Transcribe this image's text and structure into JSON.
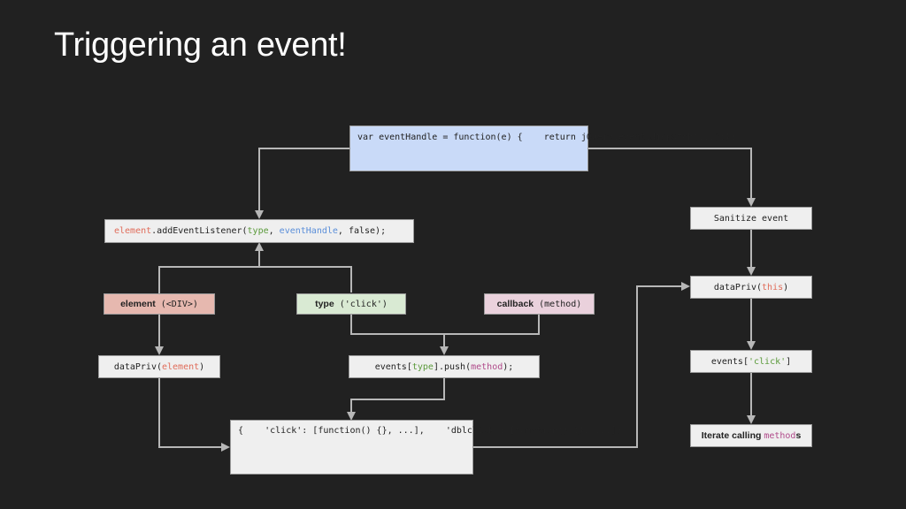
{
  "slide": {
    "title": "Triggering an event!"
  },
  "nodes": {
    "event_handle": {
      "lines": [
        "var eventHandle = function(e) {",
        "    return jQuery.event.dispatch(...);",
        "};"
      ],
      "bg": "#c9daf8"
    },
    "add_listener": {
      "part1": "element",
      "part2": ".addEventListener(",
      "part3": "type",
      "part4": ", ",
      "part5": "eventHandle",
      "part6": ", false);"
    },
    "element_div": {
      "label_bold": "element",
      "label_rest": " (<DIV>)",
      "bg": "#e6b8af"
    },
    "type_click": {
      "label_bold": "type",
      "label_rest": " ('click')",
      "bg": "#d9ead3"
    },
    "callback_method": {
      "label_bold": "callback",
      "label_rest": " (method)",
      "bg": "#ead1dc"
    },
    "datapriv_element": {
      "part1": "dataPriv(",
      "part2": "element",
      "part3": ")"
    },
    "events_push": {
      "part1": "events[",
      "part2": "type",
      "part3": "].push(",
      "part4": "method",
      "part5": ");"
    },
    "events_object": {
      "lines": [
        "{",
        "    'click': [function() {}, ...],",
        "    'dblclick': [function() {}, ...]",
        "}"
      ]
    },
    "sanitize_event": {
      "label": "Sanitize event"
    },
    "datapriv_this": {
      "part1": "dataPriv(",
      "part2": "this",
      "part3": ")"
    },
    "events_click": {
      "part1": "events[",
      "part2": "'click'",
      "part3": "]"
    },
    "iterate_methods": {
      "part1": "Iterate calling ",
      "part2": "method",
      "part3": "s"
    }
  },
  "colors": {
    "background": "#212121",
    "connector": "#b7b7b7",
    "node_bg": "#efefef",
    "token_red": "#e06c5a",
    "token_green": "#5a9a3a",
    "token_blue": "#5b8fd9",
    "token_purple": "#b04a8a"
  }
}
